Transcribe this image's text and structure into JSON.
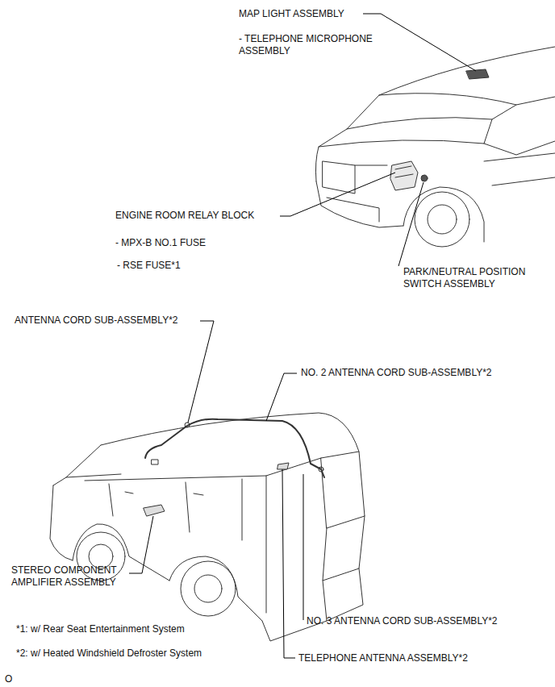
{
  "diagram": {
    "labels": [
      "MAP LIGHT ASSEMBLY",
      "- TELEPHONE MICROPHONE ASSEMBLY",
      "ENGINE ROOM RELAY BLOCK",
      "- MPX-B NO.1 FUSE",
      "- RSE FUSE*1",
      "PARK/NEUTRAL POSITION SWITCH ASSEMBLY",
      "ANTENNA CORD SUB-ASSEMBLY*2",
      "NO. 2 ANTENNA CORD SUB-ASSEMBLY*2",
      "STEREO COMPONENT AMPLIFIER ASSEMBLY",
      "*1: w/ Rear Seat Entertainment System",
      "NO. 3 ANTENNA CORD SUB-ASSEMBLY*2",
      "*2: w/ Heated Windshield Defroster System",
      "TELEPHONE ANTENNA ASSEMBLY*2",
      "O"
    ]
  }
}
